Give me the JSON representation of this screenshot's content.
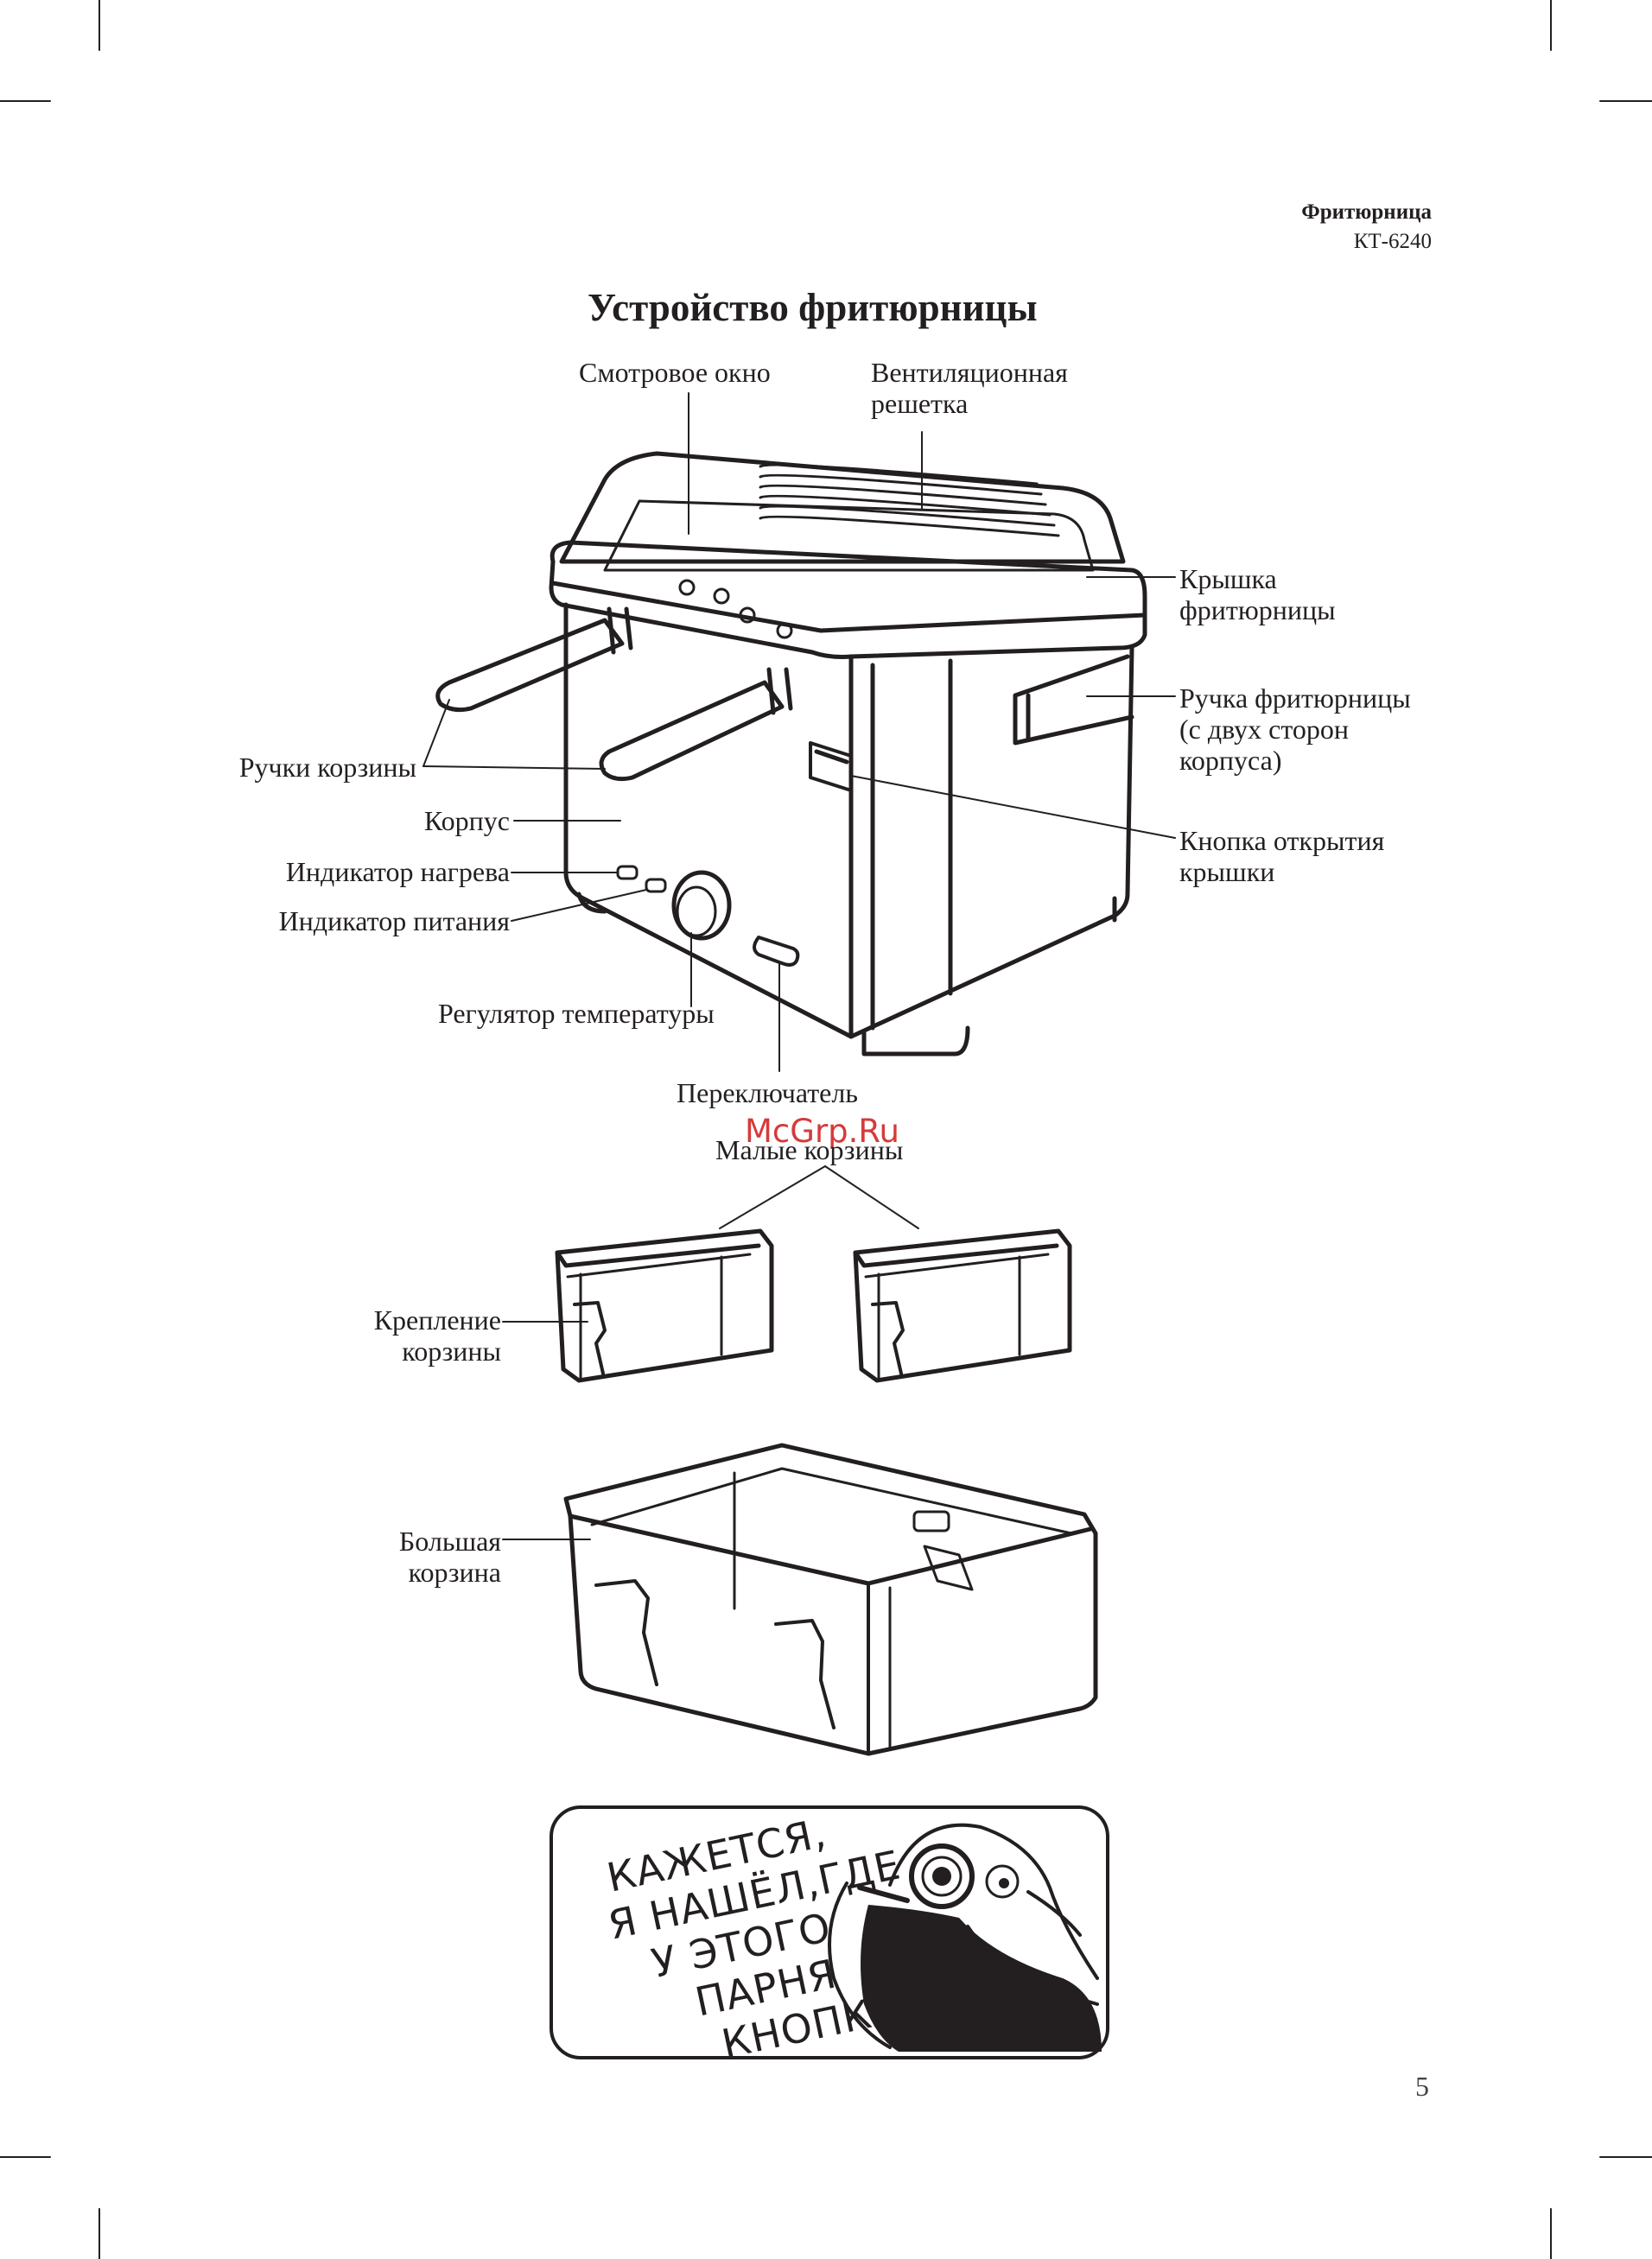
{
  "header": {
    "product": "Фритюрница",
    "model": "КТ-6240"
  },
  "title": "Устройство фритюрницы",
  "labels": {
    "viewing_window": "Смотровое окно",
    "vent_grille_1": "Вентиляционная",
    "vent_grille_2": "решетка",
    "lid_1": "Крышка",
    "lid_2": "фритюрницы",
    "handle_1": "Ручка фритюрницы",
    "handle_2": "(с двух сторон",
    "handle_3": "корпуса)",
    "basket_handles": "Ручки корзины",
    "body": "Корпус",
    "heat_indicator": "Индикатор нагрева",
    "power_indicator": "Индикатор питания",
    "lid_button_1": "Кнопка открытия",
    "lid_button_2": "крышки",
    "thermostat": "Регулятор температуры",
    "switch": "Переключатель",
    "small_baskets": "Малые корзины",
    "basket_mount_1": "Крепление",
    "basket_mount_2": "корзины",
    "large_basket_1": "Большая",
    "large_basket_2": "корзина"
  },
  "watermark": "McGrp.Ru",
  "cartoon": {
    "lines": [
      "КАЖЕТСЯ,",
      "Я НАШЁЛ,ГДЕ",
      "У ЭТОГО",
      "ПАРНЯ",
      "КНОПКА!"
    ]
  },
  "page_number": "5"
}
